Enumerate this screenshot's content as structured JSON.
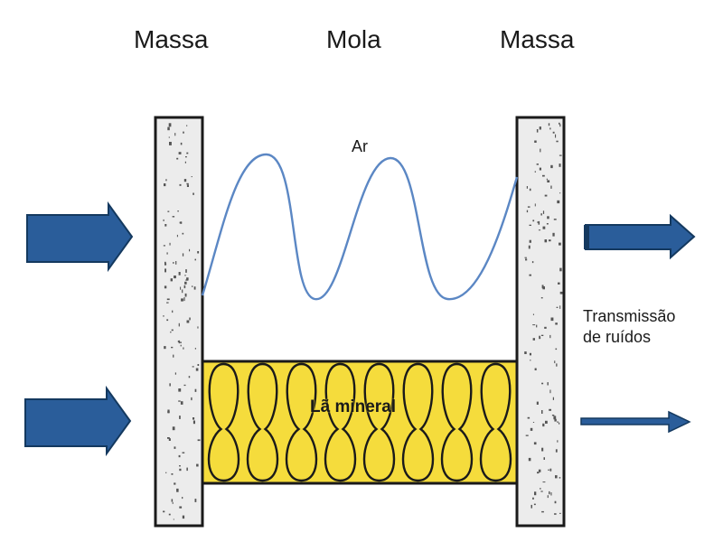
{
  "headers": {
    "left": "Massa",
    "center": "Mola",
    "right": "Massa"
  },
  "labels": {
    "air": "Ar",
    "insulation": "Lã mineral",
    "transmission_line1": "Transmissão",
    "transmission_line2": "de ruídos"
  },
  "colors": {
    "arrow": "#2a5d9a",
    "arrow_dark": "#14395f",
    "wave": "#5b87c4",
    "insulation_fill": "#f5dc3c",
    "wall_fill": "#ececec",
    "outline": "#1a1a1a"
  }
}
